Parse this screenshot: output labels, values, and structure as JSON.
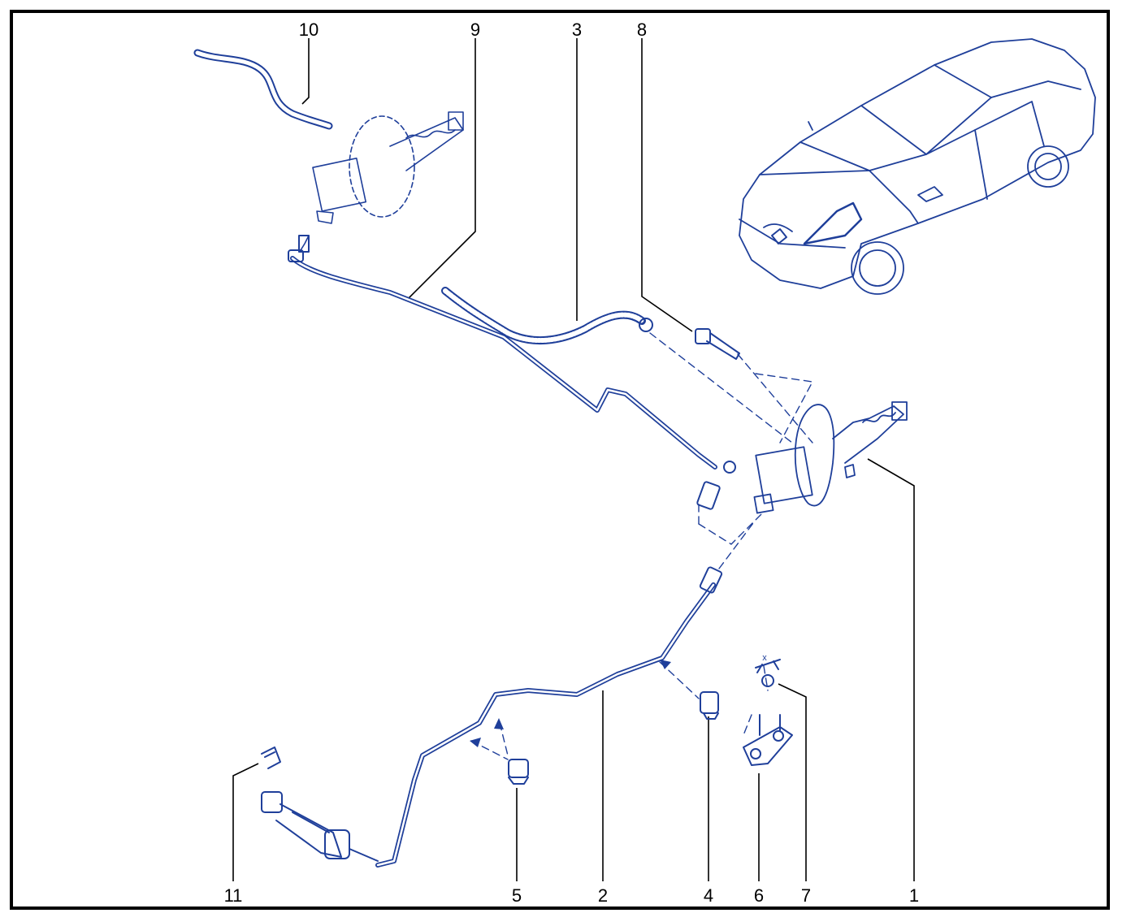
{
  "callouts": {
    "c10": "10",
    "c9": "9",
    "c3": "3",
    "c8": "8",
    "c1": "1",
    "c11": "11",
    "c5": "5",
    "c2": "2",
    "c4": "4",
    "c6": "6",
    "c7": "7"
  },
  "dimension_mark": "x",
  "colors": {
    "line_art": "#1f3f9a",
    "border": "#000000",
    "background": "#ffffff"
  }
}
